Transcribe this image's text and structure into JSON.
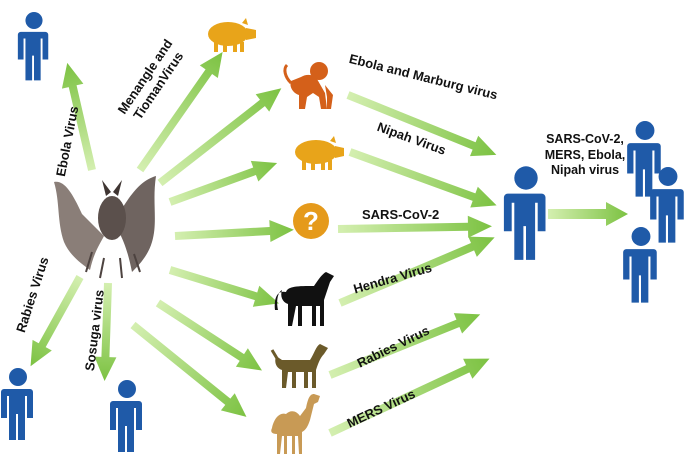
{
  "labels": {
    "ebola_virus": "Ebola Virus",
    "menangle_line1": "Menangle and",
    "menangle_line2": "TiomanVirus",
    "rabies_left": "Rabies Virus",
    "sosuga_virus": "Sosuga virus",
    "ebola_marburg": "Ebola and Marburg virus",
    "nipah_virus": "Nipah Virus",
    "sars_cov_2": "SARS-CoV-2",
    "hendra_virus": "Hendra Virus",
    "rabies_dog": "Rabies Virus",
    "mers_virus": "MERS Virus",
    "human_to_human_line1": "SARS-CoV-2,",
    "human_to_human_line2": "MERS, Ebola,",
    "human_to_human_line3": "Nipah virus"
  },
  "unknown_symbol": "?",
  "colors": {
    "arrow_green": "#7cc242",
    "arrow_green_light": "#b5e07a",
    "human_blue": "#1f5aa8",
    "pig_orange": "#e8a41a",
    "monkey_orange": "#d4601a",
    "unknown_orange": "#e59a1b",
    "horse_black": "#111111",
    "dog_olive": "#6b5a2a",
    "camel_tan": "#c89a55",
    "bat_gray": "#7b6f6a"
  },
  "icons": [
    "human-icon",
    "bat-icon",
    "pig-icon",
    "monkey-icon",
    "question-icon",
    "horse-icon",
    "dog-icon",
    "camel-icon"
  ]
}
